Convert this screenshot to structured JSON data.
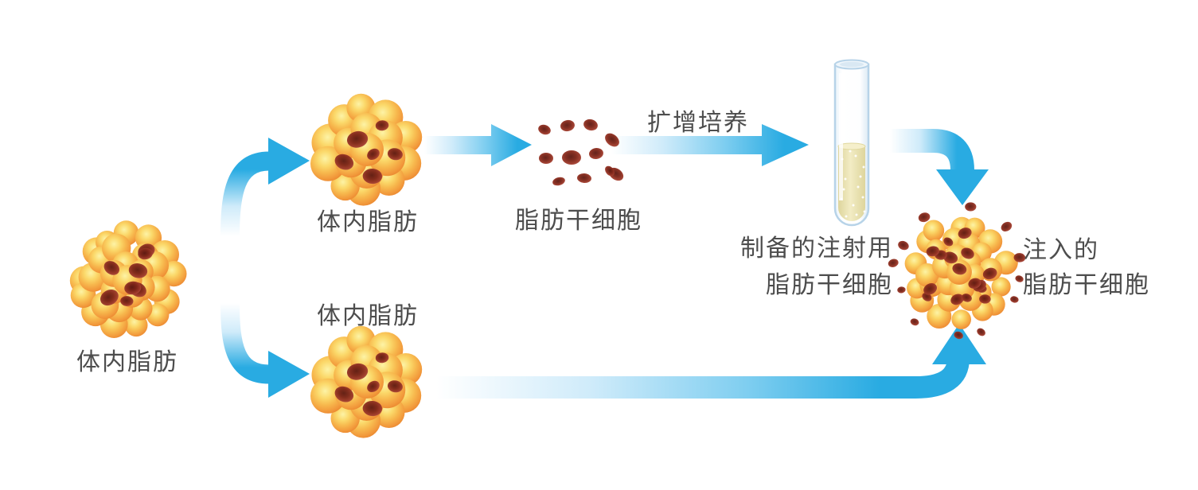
{
  "diagram": {
    "labels": {
      "body_fat": "体内脂肪",
      "stem_cells": "脂肪干细胞",
      "expand_culture": "扩增培养",
      "prepared_line1": "制备的注射用",
      "prepared_line2": "脂肪干细胞",
      "injected_line1": "注入的",
      "injected_line2": "脂肪干细胞"
    },
    "colors": {
      "arrow_cyan": "#29ABE2",
      "arrow_light": "#CFEBFA",
      "arrow_mid": "#7FCEF0",
      "cell_highlight": "#FDF3A6",
      "cell_edge": "#E8802B",
      "nucleus_red": "#7E2619",
      "tube_glass_edge": "#B7D3E8",
      "tube_liquid": "#EDE6B4",
      "label_gray": "#4D4D4D"
    }
  }
}
